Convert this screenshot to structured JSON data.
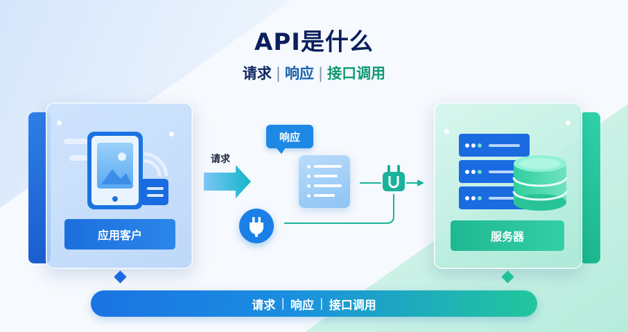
{
  "title": "API是什么",
  "subtitle": {
    "part1": "请求",
    "part2": "响应",
    "part3": "接口调用",
    "separator": "|"
  },
  "client_panel": {
    "label": "应用客户"
  },
  "server_panel": {
    "label": "服务器"
  },
  "flow": {
    "request_label": "请求",
    "response_bubble": "响应"
  },
  "bottom_bar": {
    "part1": "请求",
    "part2": "响应",
    "part3": "接口调用",
    "separator": "|"
  },
  "icons": [
    "phone-icon",
    "arrow-right-icon",
    "document-icon",
    "plug-icon",
    "connector-icon",
    "server-rack-icon",
    "database-icon"
  ],
  "colors": {
    "blue": "#1a73e3",
    "teal": "#21c79c",
    "navy": "#0b1f5c"
  }
}
